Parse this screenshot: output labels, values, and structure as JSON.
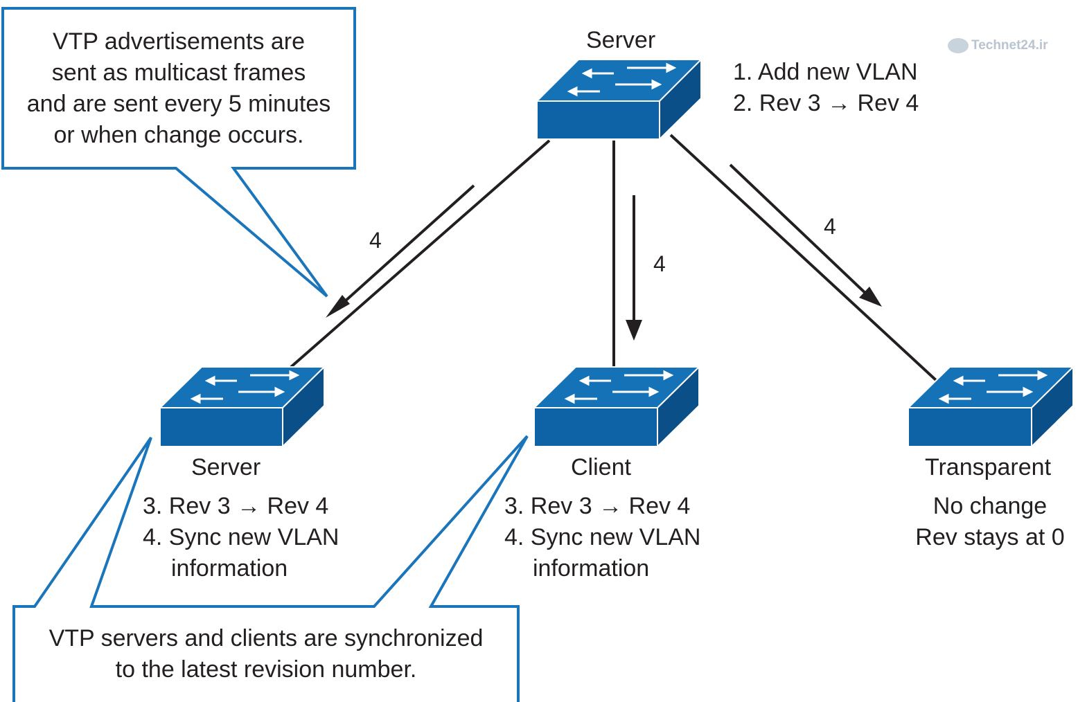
{
  "callouts": {
    "advertisements": [
      "VTP advertisements are",
      "sent as multicast frames",
      "and are sent every 5 minutes",
      "or when change occurs."
    ],
    "synchronized": [
      "VTP servers and clients are synchronized",
      "to the latest revision number."
    ]
  },
  "switches": {
    "top_server": {
      "name": "Server",
      "steps": [
        "1. Add new VLAN",
        "2. Rev 3 → Rev 4"
      ]
    },
    "bottom_server": {
      "name": "Server",
      "steps": [
        "3. Rev 3 → Rev 4",
        "4. Sync new VLAN",
        "information"
      ]
    },
    "client": {
      "name": "Client",
      "steps": [
        "3. Rev 3 → Rev 4",
        "4. Sync new VLAN",
        "information"
      ]
    },
    "transparent": {
      "name": "Transparent",
      "steps": [
        "No change",
        "Rev stays at 0"
      ]
    }
  },
  "links": {
    "to_server": "4",
    "to_client": "4",
    "to_transparent": "4"
  },
  "watermark": "Technet24.ir",
  "colors": {
    "switch_top": "#1572b6",
    "switch_front": "#0e63a6",
    "switch_side": "#0a4f88",
    "callout_border": "#1b75bb",
    "line": "#231f20"
  }
}
